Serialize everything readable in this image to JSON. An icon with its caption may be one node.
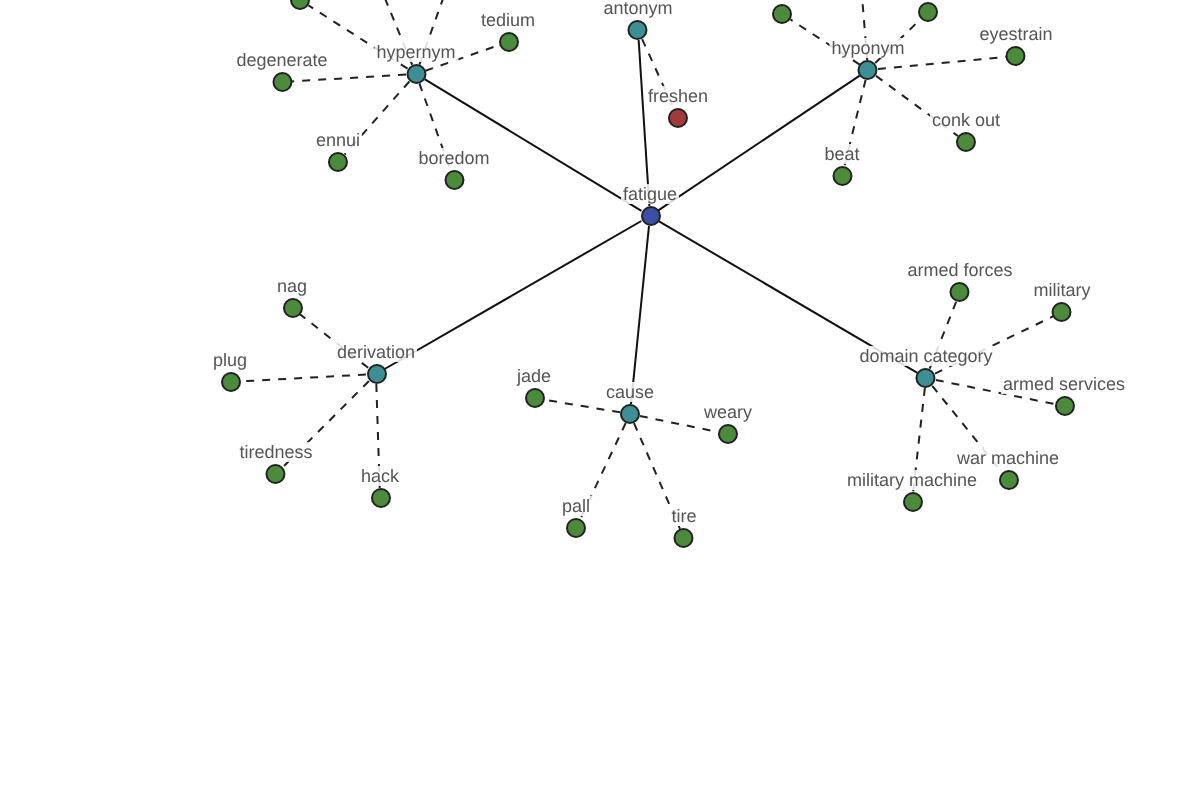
{
  "diagram": {
    "nodes": [
      {
        "text": [
          "fatigue"
        ]
      },
      {
        "text": [
          "hypernym"
        ]
      },
      {
        "text": [
          "antonym"
        ]
      },
      {
        "text": [
          "hyponym"
        ]
      },
      {
        "text": [
          "derivation"
        ]
      },
      {
        "text": [
          "cause"
        ]
      },
      {
        "text": [
          "domain category"
        ]
      },
      {
        "text": [
          "tedium"
        ]
      },
      {
        "text": [
          "degenerate"
        ]
      },
      {
        "text": [
          "ennui"
        ]
      },
      {
        "text": [
          "boredom"
        ]
      },
      {
        "text": [],
        "shape": "circle"
      },
      {
        "text": [
          "freshen"
        ]
      },
      {
        "text": [
          "eyestrain"
        ]
      },
      {
        "text": [
          "conk out"
        ]
      },
      {
        "text": [
          "beat"
        ]
      },
      {
        "text": [],
        "shape": "circle"
      },
      {
        "text": [],
        "shape": "circle"
      },
      {
        "text": [
          "nag"
        ]
      },
      {
        "text": [
          "plug"
        ]
      },
      {
        "text": [
          "tiredness"
        ]
      },
      {
        "text": [
          "hack"
        ]
      },
      {
        "text": [
          "jade"
        ]
      },
      {
        "text": [
          "weary"
        ]
      },
      {
        "text": [
          "pall"
        ]
      },
      {
        "text": [
          "tire"
        ]
      },
      {
        "text": [
          "armed forces"
        ]
      },
      {
        "text": [
          "military"
        ]
      },
      {
        "text": [
          "armed services"
        ]
      },
      {
        "text": [
          "war machine"
        ]
      },
      {
        "text": [
          "military machine"
        ]
      }
    ],
    "edges": [
      {
        "from": 0,
        "to": 1,
        "arrow": "none"
      },
      {
        "from": 0,
        "to": 2,
        "arrow": "none"
      },
      {
        "from": 0,
        "to": 3,
        "arrow": "none"
      },
      {
        "from": 0,
        "to": 4,
        "arrow": "none"
      },
      {
        "from": 0,
        "to": 5,
        "arrow": "none"
      },
      {
        "from": 0,
        "to": 6,
        "arrow": "none"
      },
      {
        "from": 1,
        "to": 7,
        "arrow": "none",
        "style": "dashed"
      },
      {
        "from": 1,
        "to": 8,
        "arrow": "none",
        "style": "dashed"
      },
      {
        "from": 1,
        "to": 9,
        "arrow": "none",
        "style": "dashed"
      },
      {
        "from": 1,
        "to": 10,
        "arrow": "none",
        "style": "dashed"
      },
      {
        "from": 1,
        "to": 11,
        "arrow": "none",
        "style": "dashed"
      },
      {
        "from": 1,
        "to": null,
        "arrow": "none",
        "style": "dashed"
      },
      {
        "from": 1,
        "to": null,
        "arrow": "none",
        "style": "dashed"
      },
      {
        "from": 2,
        "to": 12,
        "arrow": "none",
        "style": "dashed"
      },
      {
        "from": 3,
        "to": 13,
        "arrow": "none",
        "style": "dashed"
      },
      {
        "from": 3,
        "to": 14,
        "arrow": "none",
        "style": "dashed"
      },
      {
        "from": 3,
        "to": 15,
        "arrow": "none",
        "style": "dashed"
      },
      {
        "from": 3,
        "to": 16,
        "arrow": "none",
        "style": "dashed"
      },
      {
        "from": 3,
        "to": 17,
        "arrow": "none",
        "style": "dashed"
      },
      {
        "from": 3,
        "to": null,
        "arrow": "none",
        "style": "dashed"
      },
      {
        "from": 4,
        "to": 18,
        "arrow": "none",
        "style": "dashed"
      },
      {
        "from": 4,
        "to": 19,
        "arrow": "none",
        "style": "dashed"
      },
      {
        "from": 4,
        "to": 20,
        "arrow": "none",
        "style": "dashed"
      },
      {
        "from": 4,
        "to": 21,
        "arrow": "none",
        "style": "dashed"
      },
      {
        "from": 5,
        "to": 22,
        "arrow": "none",
        "style": "dashed"
      },
      {
        "from": 5,
        "to": 23,
        "arrow": "none",
        "style": "dashed"
      },
      {
        "from": 5,
        "to": 24,
        "arrow": "none",
        "style": "dashed"
      },
      {
        "from": 5,
        "to": 25,
        "arrow": "none",
        "style": "dashed"
      },
      {
        "from": 6,
        "to": 26,
        "arrow": "none",
        "style": "dashed"
      },
      {
        "from": 6,
        "to": 27,
        "arrow": "none",
        "style": "dashed"
      },
      {
        "from": 6,
        "to": 28,
        "arrow": "none",
        "style": "dashed"
      },
      {
        "from": 6,
        "to": 29,
        "arrow": "none",
        "style": "dashed"
      },
      {
        "from": 6,
        "to": 30,
        "arrow": "none",
        "style": "dashed"
      }
    ]
  }
}
